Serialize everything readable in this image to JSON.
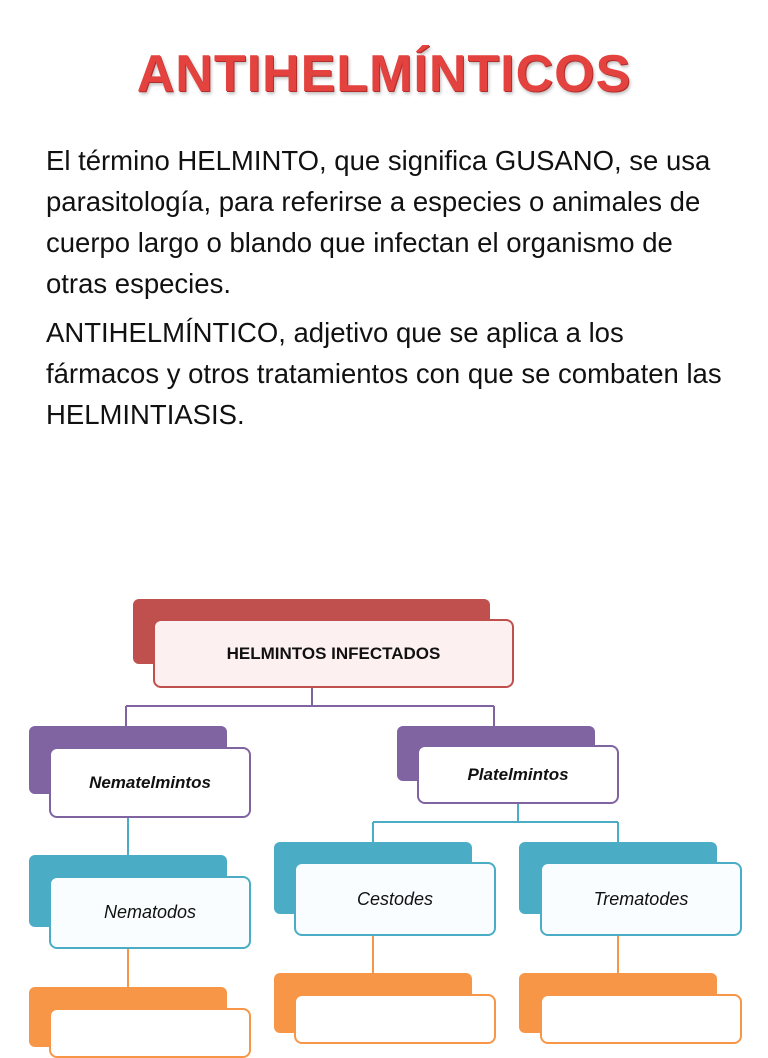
{
  "slide": {
    "title": "ANTIHELMÍNTICOS",
    "paragraph1": "El término HELMINTO,  que significa GUSANO, se usa parasitología, para referirse a especies o animales de cuerpo largo o blando que infectan el organismo de otras especies.",
    "paragraph2": "ANTIHELMÍNTICO, adjetivo que se aplica a los fármacos y otros tratamientos con que se combaten las HELMINTIASIS."
  },
  "diagram": {
    "root": "HELMINTOS INFECTADOS",
    "level1": [
      "Nematelmintos",
      "Platelmintos"
    ],
    "level2": [
      "Nematodos",
      "Cestodes",
      "Trematodes"
    ]
  },
  "colors": {
    "title": "#e3423f",
    "root": "#c0504d",
    "level1": "#8064a2",
    "level2": "#4bacc6",
    "level3": "#f79646"
  }
}
